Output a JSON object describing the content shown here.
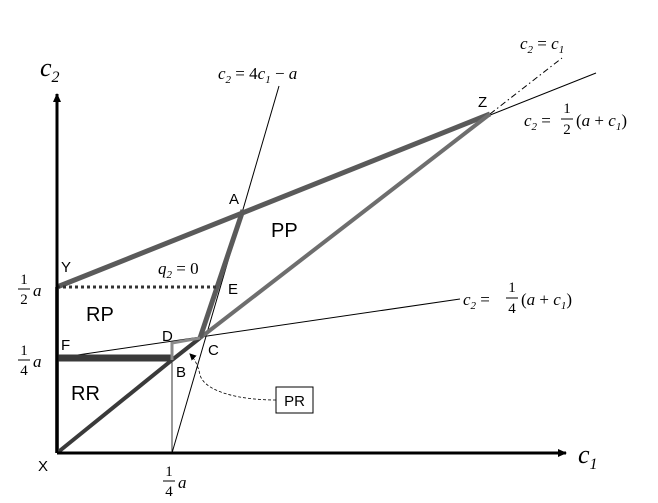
{
  "axes": {
    "y_label": "c",
    "y_sub": "2",
    "x_label": "c",
    "x_sub": "1"
  },
  "points": {
    "X": "X",
    "Y": "Y",
    "F": "F",
    "B": "B",
    "C": "C",
    "D": "D",
    "E": "E",
    "A": "A",
    "Z": "Z"
  },
  "regions": {
    "PP": "PP",
    "RP": "RP",
    "RR": "RR",
    "PR": "PR"
  },
  "line_labels": {
    "line_4c1": {
      "lhs": "c",
      "lhs_sub": "2",
      "eq": " = 4",
      "c": "c",
      "c_sub": "1",
      "rest": " − ",
      "a": "a"
    },
    "line_45": {
      "lhs": "c",
      "lhs_sub": "2",
      "eq": " = ",
      "rhs": "c",
      "rhs_sub": "1"
    },
    "line_half": {
      "lhs": "c",
      "lhs_sub": "2",
      "eq": " = ",
      "num": "1",
      "den": "2",
      "open": "(",
      "a": "a",
      "plus": " + ",
      "c": "c",
      "c_sub": "1",
      "close": ")"
    },
    "line_quarter": {
      "lhs": "c",
      "lhs_sub": "2",
      "eq": " = ",
      "num": "1",
      "den": "4",
      "open": "(",
      "a": "a",
      "plus": " + ",
      "c": "c",
      "c_sub": "1",
      "close": ")"
    },
    "q2_zero": {
      "q": "q",
      "q_sub": "2",
      "eq": " = 0"
    }
  },
  "tick_labels": {
    "half_a": {
      "num": "1",
      "den": "2",
      "var": "a"
    },
    "quarter_a_y": {
      "num": "1",
      "den": "4",
      "var": "a"
    },
    "quarter_a_x": {
      "num": "1",
      "den": "4",
      "var": "a"
    }
  },
  "colors": {
    "axis": "#000000",
    "thin_line": "#000000",
    "dark_region": "#3a3a3a",
    "mid_region": "#6e6e6e",
    "light_region": "#8a8a8a"
  }
}
